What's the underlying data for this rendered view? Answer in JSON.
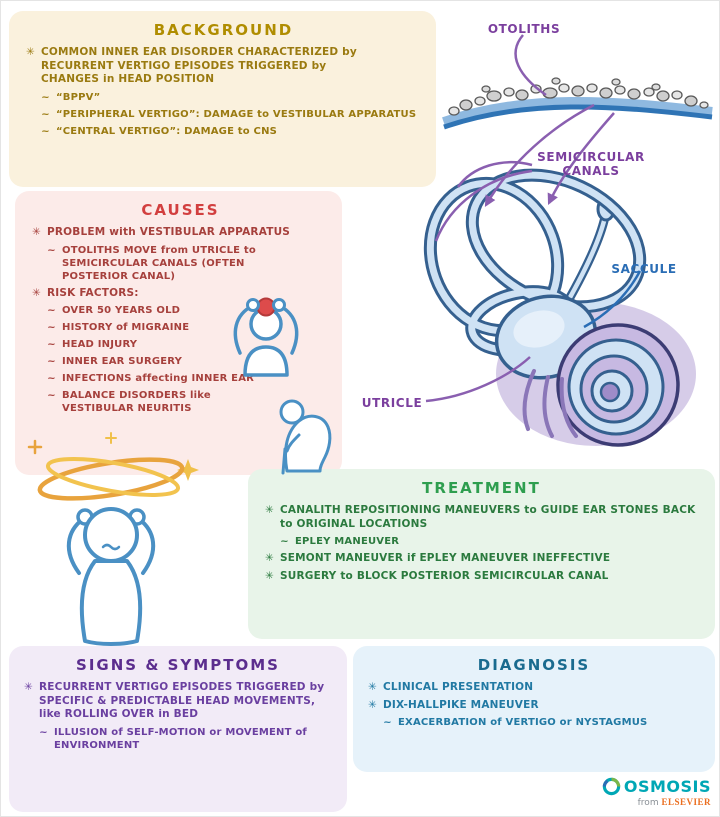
{
  "background": {
    "title": "BACKGROUND",
    "items": [
      {
        "marker": "✳",
        "text": "COMMON INNER EAR DISORDER CHARACTERIZED by RECURRENT VERTIGO EPISODES TRIGGERED by CHANGES in HEAD POSITION"
      },
      {
        "marker": "~",
        "text": "“BPPV”"
      },
      {
        "marker": "~",
        "text": "“PERIPHERAL VERTIGO”: DAMAGE to VESTIBULAR APPARATUS"
      },
      {
        "marker": "~",
        "text": "“CENTRAL VERTIGO”: DAMAGE to CNS"
      }
    ]
  },
  "causes": {
    "title": "CAUSES",
    "items": [
      {
        "marker": "✳",
        "text": "PROBLEM with VESTIBULAR APPARATUS"
      },
      {
        "marker": "~",
        "text": "OTOLITHS MOVE from UTRICLE to SEMICIRCULAR CANALS (OFTEN POSTERIOR CANAL)"
      },
      {
        "marker": "✳",
        "text": "RISK FACTORS:"
      },
      {
        "marker": "~",
        "text": "OVER 50 YEARS OLD"
      },
      {
        "marker": "~",
        "text": "HISTORY of MIGRAINE"
      },
      {
        "marker": "~",
        "text": "HEAD INJURY"
      },
      {
        "marker": "~",
        "text": "INNER EAR SURGERY"
      },
      {
        "marker": "~",
        "text": "INFECTIONS affecting INNER EAR"
      },
      {
        "marker": "~",
        "text": "BALANCE DISORDERS like VESTIBULAR NEURITIS"
      }
    ]
  },
  "treatment": {
    "title": "TREATMENT",
    "items": [
      {
        "marker": "✳",
        "text": "CANALITH REPOSITIONING MANEUVERS to GUIDE EAR STONES BACK to ORIGINAL LOCATIONS"
      },
      {
        "marker": "~",
        "text": "EPLEY MANEUVER"
      },
      {
        "marker": "✳",
        "text": "SEMONT MANEUVER if EPLEY MANEUVER INEFFECTIVE"
      },
      {
        "marker": "✳",
        "text": "SURGERY to BLOCK POSTERIOR SEMICIRCULAR CANAL"
      }
    ]
  },
  "signs": {
    "title": "SIGNS & SYMPTOMS",
    "items": [
      {
        "marker": "✳",
        "text": "RECURRENT VERTIGO EPISODES TRIGGERED by SPECIFIC & PREDICTABLE HEAD MOVEMENTS, like ROLLING OVER in BED"
      },
      {
        "marker": "~",
        "text": "ILLUSION of SELF-MOTION or MOVEMENT of ENVIRONMENT"
      }
    ]
  },
  "diagnosis": {
    "title": "DIAGNOSIS",
    "items": [
      {
        "marker": "✳",
        "text": "CLINICAL PRESENTATION"
      },
      {
        "marker": "✳",
        "text": "DIX-HALLPIKE MANEUVER"
      },
      {
        "marker": "~",
        "text": "EXACERBATION of VERTIGO or NYSTAGMUS"
      }
    ]
  },
  "anatomy": {
    "labels": {
      "otoliths": "OTOLITHS",
      "semicircular_canals": "SEMICIRCULAR CANALS",
      "saccule": "SACCULE",
      "utricle": "UTRICLE"
    }
  },
  "logo": {
    "name": "OSMOSIS",
    "tagline_prefix": "from",
    "tagline_brand": "ELSEVIER"
  },
  "colors": {
    "background_bg": "#faf1dd",
    "background_title": "#b08d00",
    "background_text": "#9a7a10",
    "causes_bg": "#fcebe9",
    "causes_title": "#d23f3f",
    "causes_text": "#a6403c",
    "treatment_bg": "#e8f4e9",
    "treatment_title": "#2e9e4f",
    "treatment_text": "#2b7a3e",
    "signs_bg": "#f2ebf7",
    "signs_title": "#5b2d8e",
    "signs_text": "#6a3fa0",
    "diagnosis_bg": "#e6f2fa",
    "diagnosis_title": "#1a6b8f",
    "diagnosis_text": "#2179a3",
    "anatomy_purple": "#7b3f9e",
    "anatomy_blue": "#2a6db5",
    "figure_outline": "#4a90c4",
    "logo_teal": "#00a7b5",
    "elsevier_orange": "#eb6e1f"
  }
}
